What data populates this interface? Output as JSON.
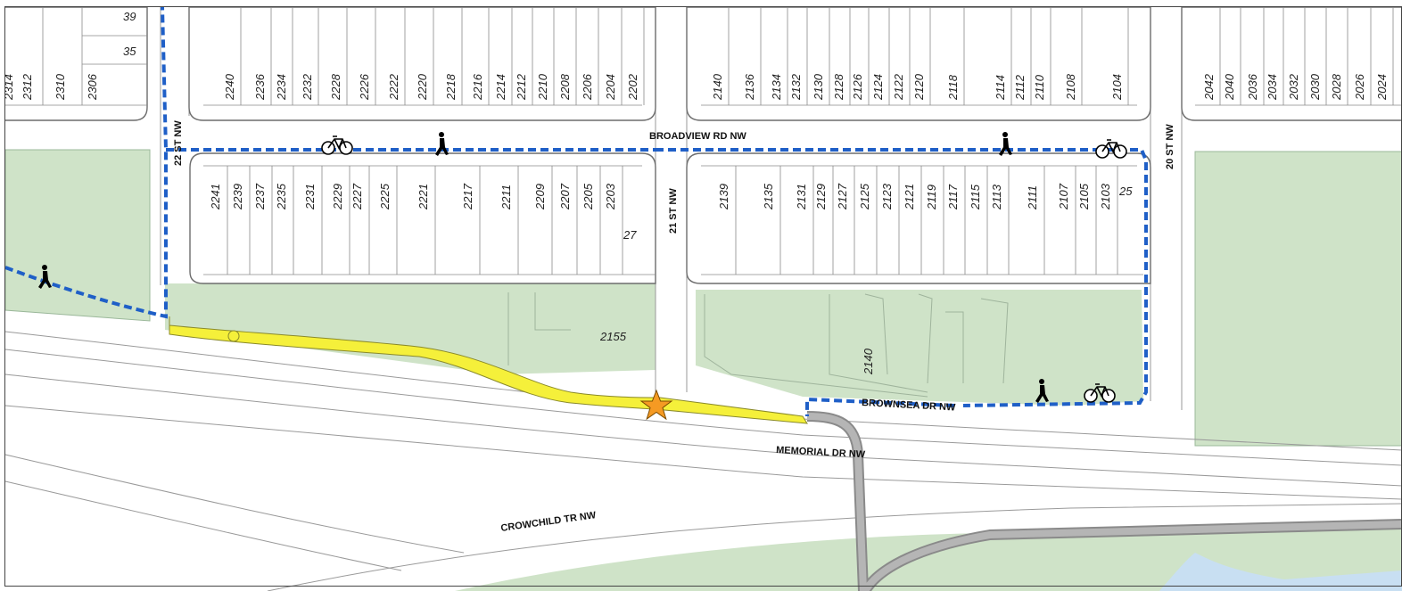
{
  "streets": {
    "broadview": "BROADVIEW RD NW",
    "st22": "22 ST NW",
    "st21": "21 ST NW",
    "st20": "20 ST NW",
    "brownsea": "BROWNSEA DR NW",
    "memorial": "MEMORIAL DR NW",
    "crowchild": "CROWCHILD TR NW"
  },
  "lots": {
    "top_left": [
      "2314",
      "2312",
      "2310",
      "2306"
    ],
    "top_left_side": [
      "39",
      "35"
    ],
    "top_mid": [
      "2240",
      "2236",
      "2234",
      "2232",
      "2228",
      "2226",
      "2222",
      "2220",
      "2218",
      "2216",
      "2214",
      "2212",
      "2210",
      "2208",
      "2206",
      "2204",
      "2202"
    ],
    "top_right": [
      "2140",
      "2136",
      "2134",
      "2132",
      "2130",
      "2128",
      "2126",
      "2124",
      "2122",
      "2120",
      "2118",
      "2114",
      "2112",
      "2110",
      "2108",
      "2104"
    ],
    "top_far_right": [
      "2042",
      "2040",
      "2036",
      "2034",
      "2032",
      "2030",
      "2028",
      "2026",
      "2024"
    ],
    "mid_left": [
      "2241",
      "2239",
      "2237",
      "2235",
      "2231",
      "2229",
      "2227",
      "2225",
      "2221",
      "2217",
      "2211",
      "2209",
      "2207",
      "2205",
      "2203"
    ],
    "mid_left_corner": "27",
    "mid_right": [
      "2139",
      "2135",
      "2131",
      "2129",
      "2127",
      "2125",
      "2123",
      "2121",
      "2119",
      "2117",
      "2115",
      "2113",
      "2111",
      "2107",
      "2105",
      "2103"
    ],
    "mid_right_corner": "25",
    "park_left": "2155",
    "park_right": "2140"
  },
  "icons": {
    "pedestrian": "pedestrian-icon",
    "bicycle": "bicycle-icon",
    "star": "star-marker-icon"
  },
  "colors": {
    "green_space": "#cfe3c8",
    "highlight_path": "#f5f03a",
    "detour_route": "#1f5fc7",
    "paved_path": "#8a8a8a",
    "water": "#c8dff2",
    "star": "#f59a23"
  }
}
